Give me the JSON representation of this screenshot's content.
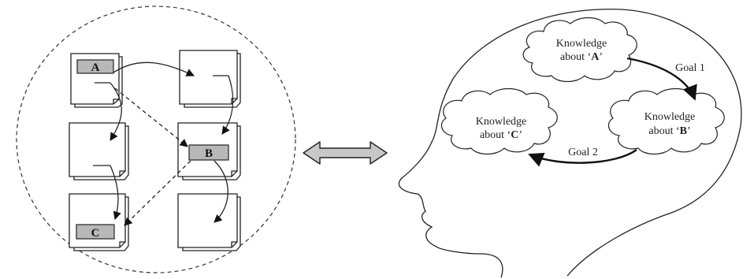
{
  "knowledge_a": {
    "line1": "Knowledge",
    "line2_prefix": "about ‘",
    "line2_letter": "A",
    "line2_suffix": "’"
  },
  "knowledge_b": {
    "line1": "Knowledge",
    "line2_prefix": "about ‘",
    "line2_letter": "B",
    "line2_suffix": "’"
  },
  "knowledge_c": {
    "line1": "Knowledge",
    "line2_prefix": "about ‘",
    "line2_letter": "C",
    "line2_suffix": "’"
  },
  "goal_1": "Goal 1",
  "goal_2": "Goal 2",
  "doc_a": "A",
  "doc_b": "B",
  "doc_c": "C",
  "colors": {
    "tag_fill": "#b8b8b8",
    "arrow_fill": "#c8c8c8",
    "ink": "#222222"
  }
}
